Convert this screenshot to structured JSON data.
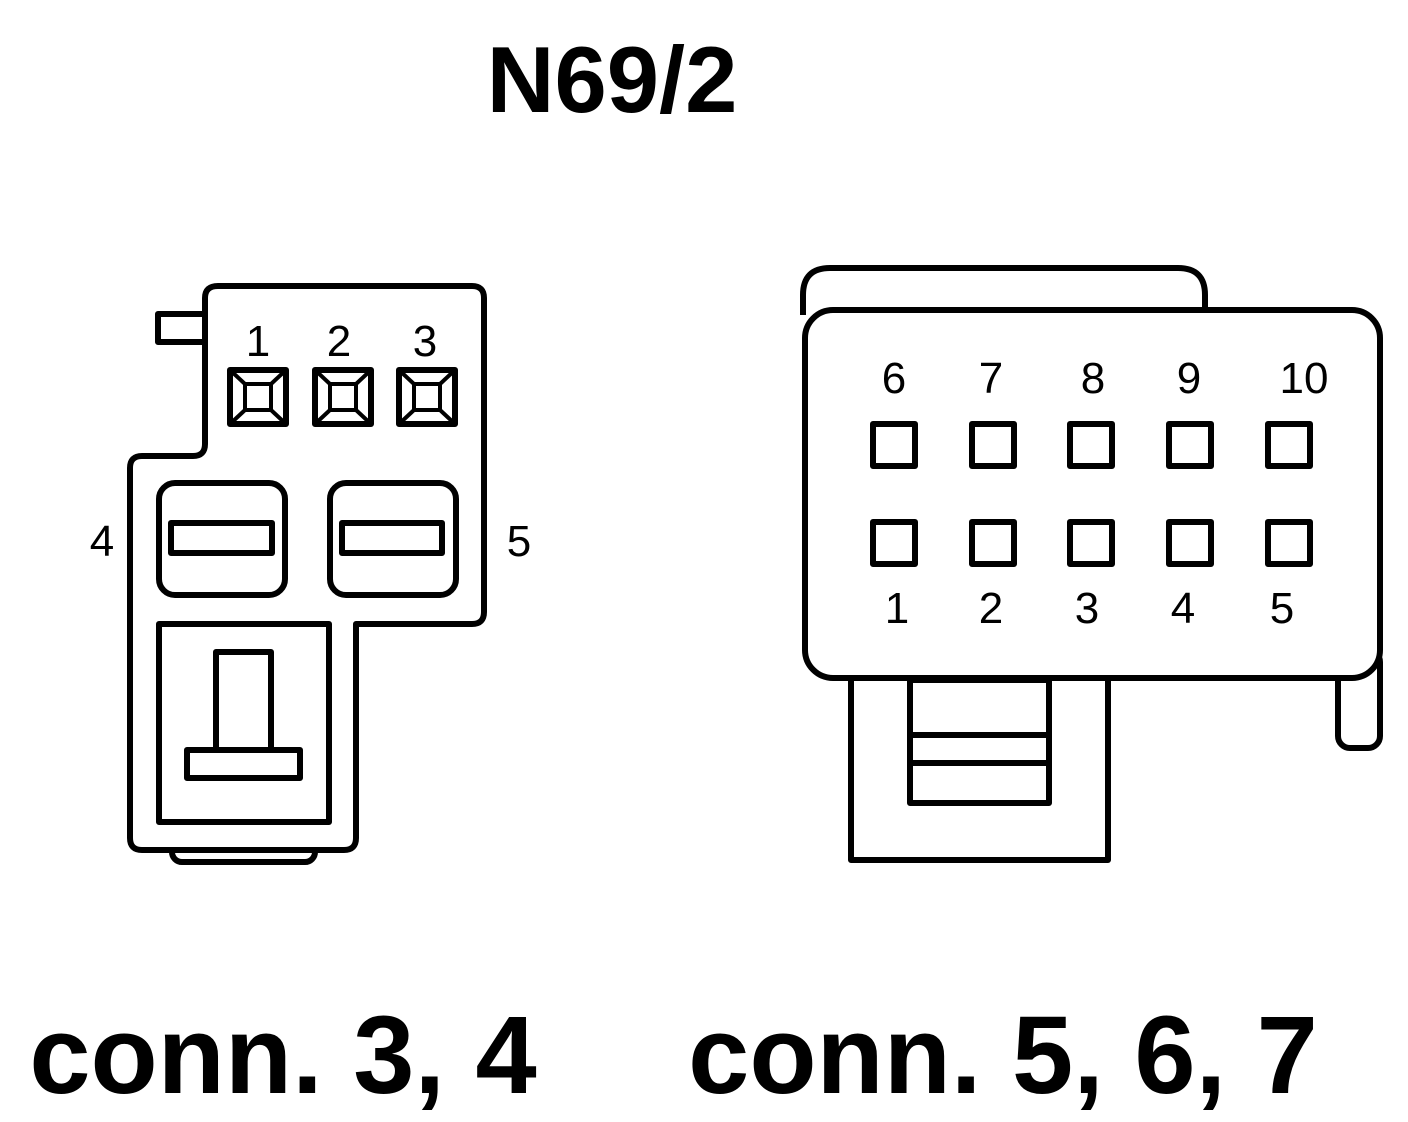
{
  "title": "N69/2",
  "connectors": [
    {
      "caption": "conn. 3, 4",
      "pins": [
        "1",
        "2",
        "3",
        "4",
        "5"
      ]
    },
    {
      "caption": "conn. 5, 6, 7",
      "pins_top": [
        "6",
        "7",
        "8",
        "9",
        "10"
      ],
      "pins_bottom": [
        "1",
        "2",
        "3",
        "4",
        "5"
      ]
    }
  ],
  "colors": {
    "line": "#000000",
    "background": "#ffffff"
  }
}
